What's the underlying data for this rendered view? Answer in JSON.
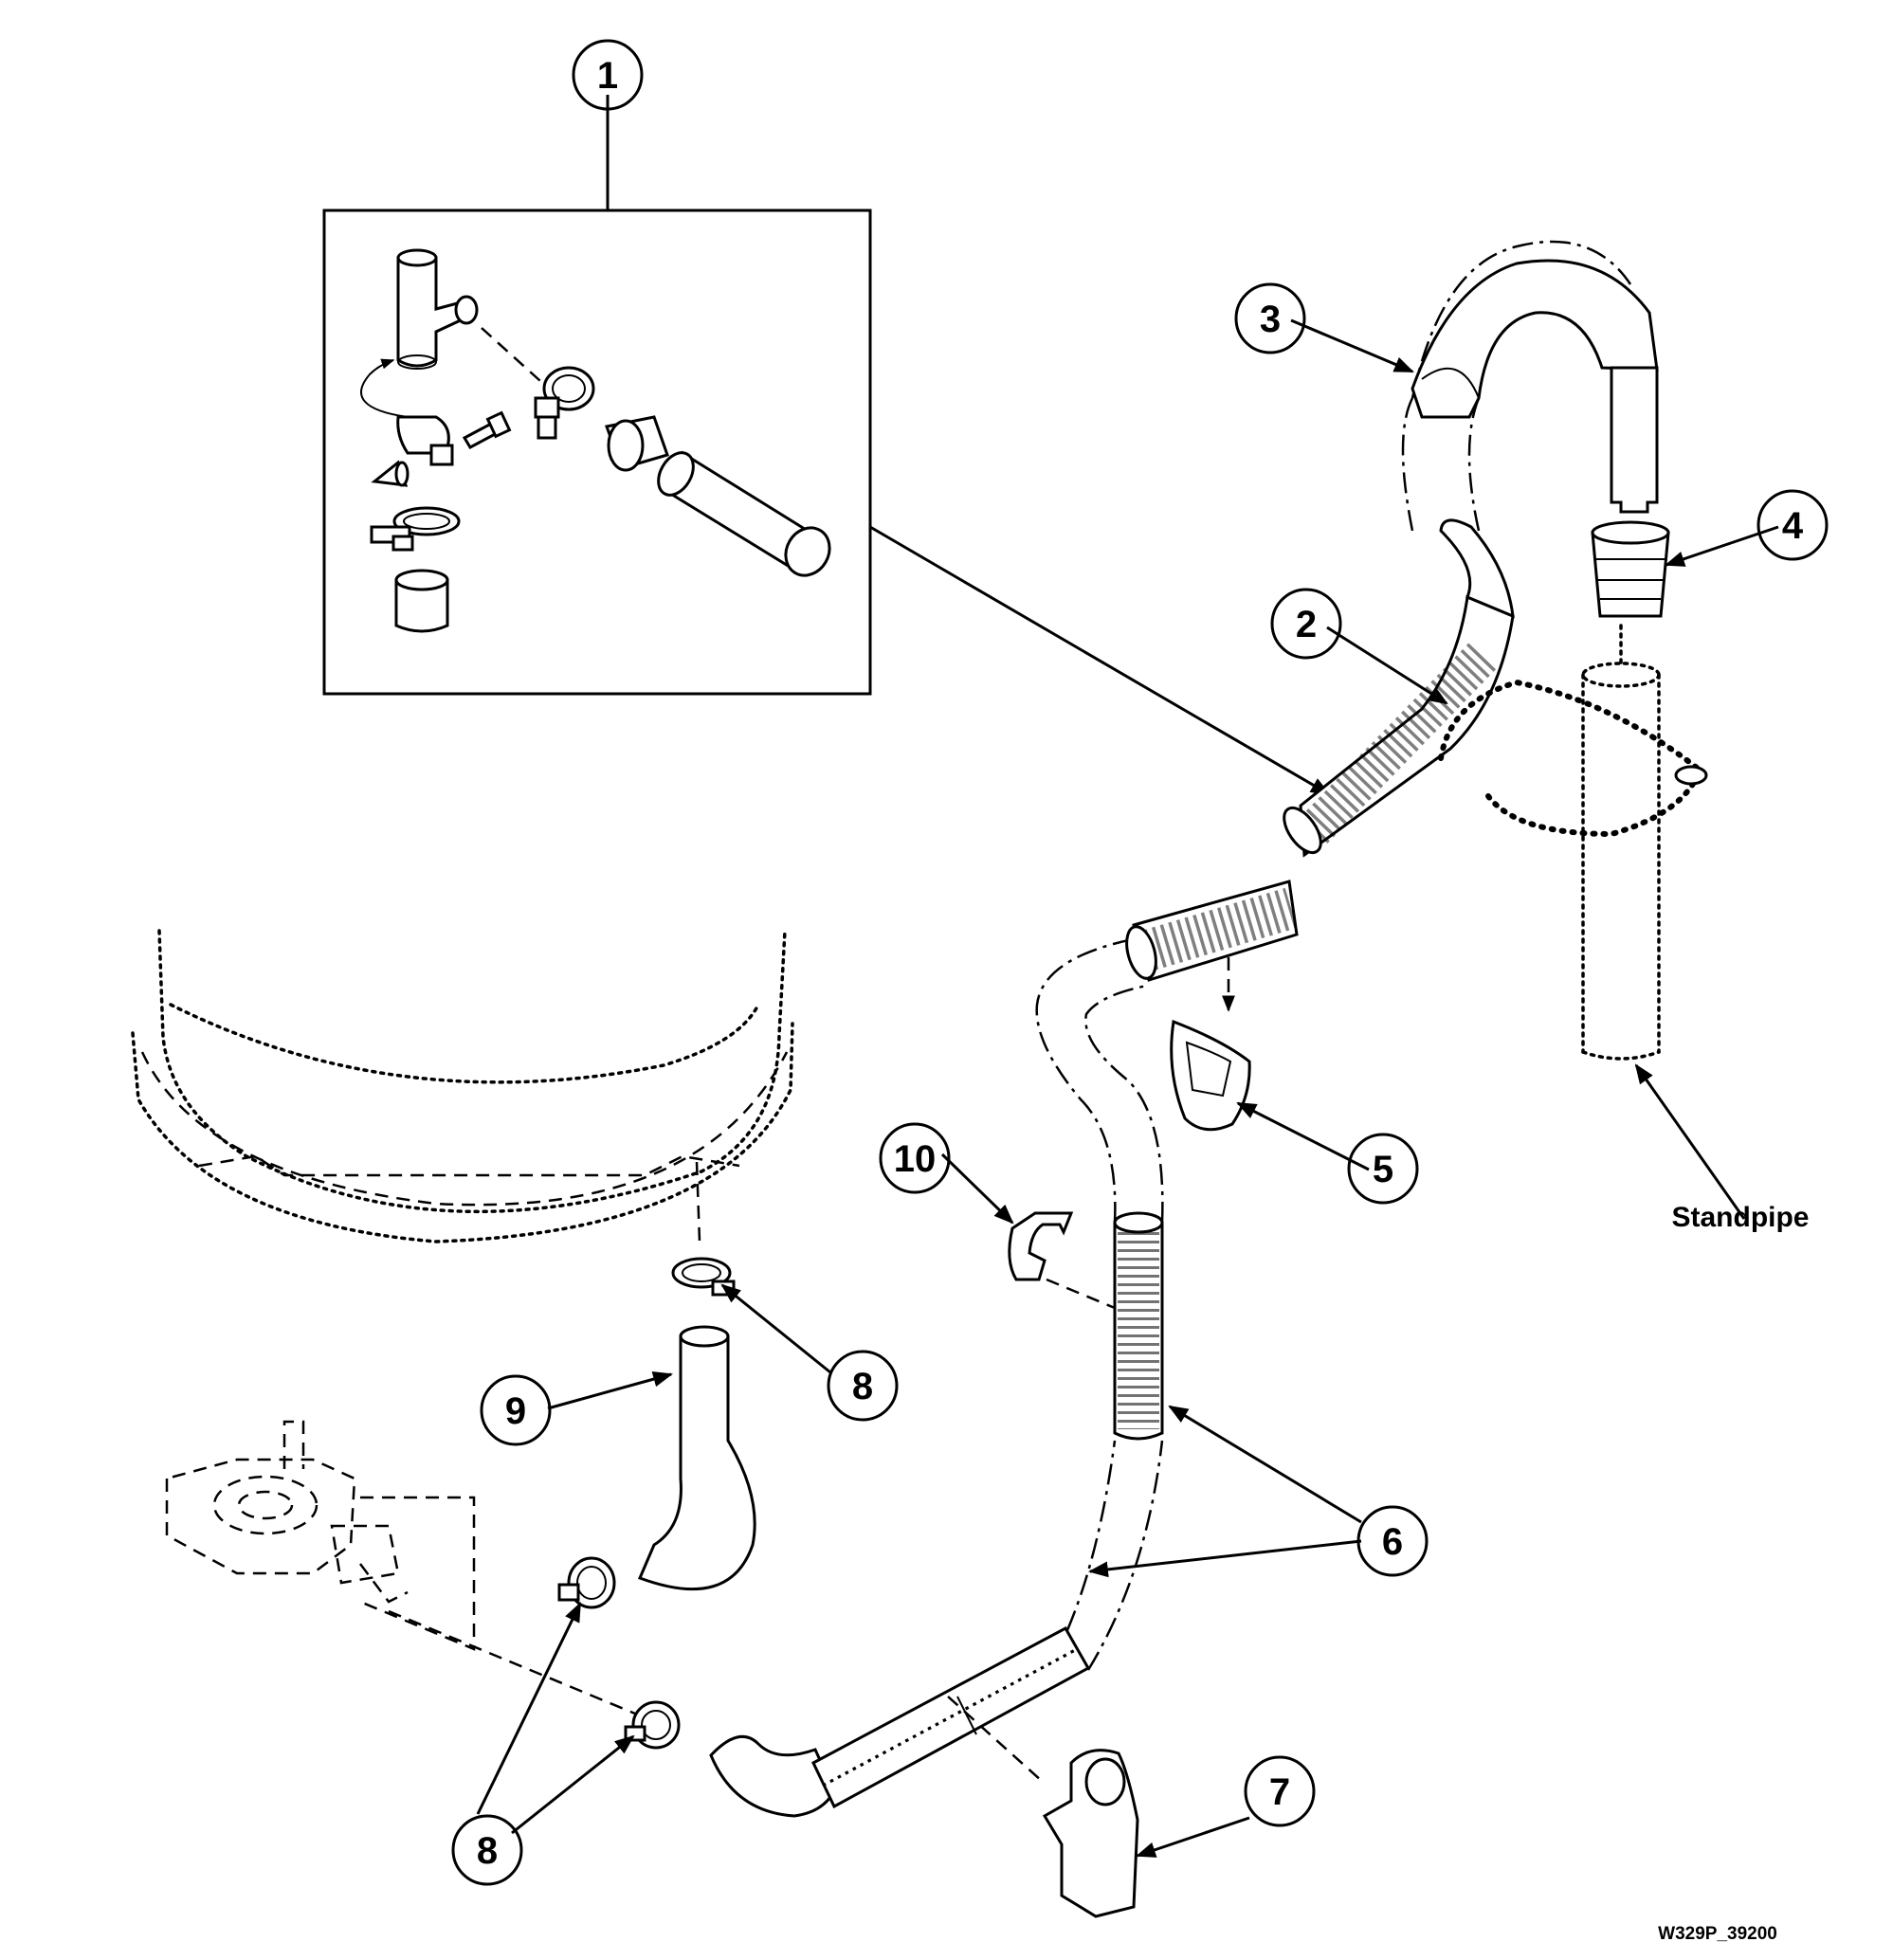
{
  "callouts": [
    {
      "id": "callout-1",
      "number": "1"
    },
    {
      "id": "callout-2",
      "number": "2"
    },
    {
      "id": "callout-3",
      "number": "3"
    },
    {
      "id": "callout-4",
      "number": "4"
    },
    {
      "id": "callout-5",
      "number": "5"
    },
    {
      "id": "callout-6",
      "number": "6"
    },
    {
      "id": "callout-7",
      "number": "7"
    },
    {
      "id": "callout-8a",
      "number": "8"
    },
    {
      "id": "callout-8b",
      "number": "8"
    },
    {
      "id": "callout-9",
      "number": "9"
    },
    {
      "id": "callout-10",
      "number": "10"
    }
  ],
  "labels": {
    "standpipe": "Standpipe",
    "drawing_code": "W329P_39200"
  }
}
